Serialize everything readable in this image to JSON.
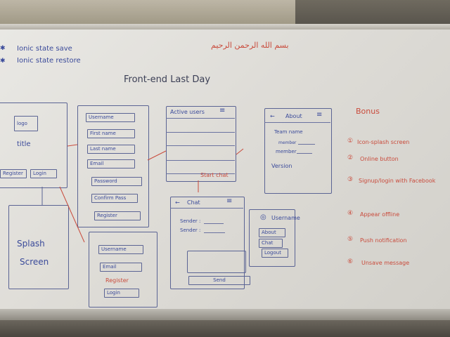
{
  "notes": {
    "line1": "Ionic state save",
    "line2": "Ionic state restore",
    "bismillah": "بسم الله الرحمن الرحيم",
    "title": "Front-end Last Day"
  },
  "screen_login": {
    "logo": "logo",
    "title": "title",
    "register": "Register",
    "login": "Login"
  },
  "screen_splash": {
    "line1": "Splash",
    "line2": "Screen"
  },
  "screen_register": {
    "fields": [
      "Username",
      "First name",
      "Last name",
      "Email",
      "Password",
      "Confirm Pass"
    ],
    "button": "Register"
  },
  "screen_login_form": {
    "username": "Username",
    "email": "Email",
    "register_link": "Register",
    "login": "Login"
  },
  "screen_active_users": {
    "title": "Active users"
  },
  "start_chat": "Start chat",
  "screen_chat": {
    "back": "←",
    "title": "Chat",
    "sender1": "Sender :",
    "sender2": "Sender :",
    "send": "Send"
  },
  "menu": {
    "username": "Username",
    "items": [
      "About",
      "Chat",
      "Logout"
    ]
  },
  "screen_about": {
    "back": "←",
    "title": "About",
    "team": "Team name",
    "member1": "member",
    "member2": "member",
    "version": "Version"
  },
  "bonus": {
    "title": "Bonus",
    "items": [
      "Icon-splash screen",
      "Online button",
      "Signup/login with Facebook",
      "Appear offline",
      "Push notification",
      "Unsave message"
    ]
  }
}
